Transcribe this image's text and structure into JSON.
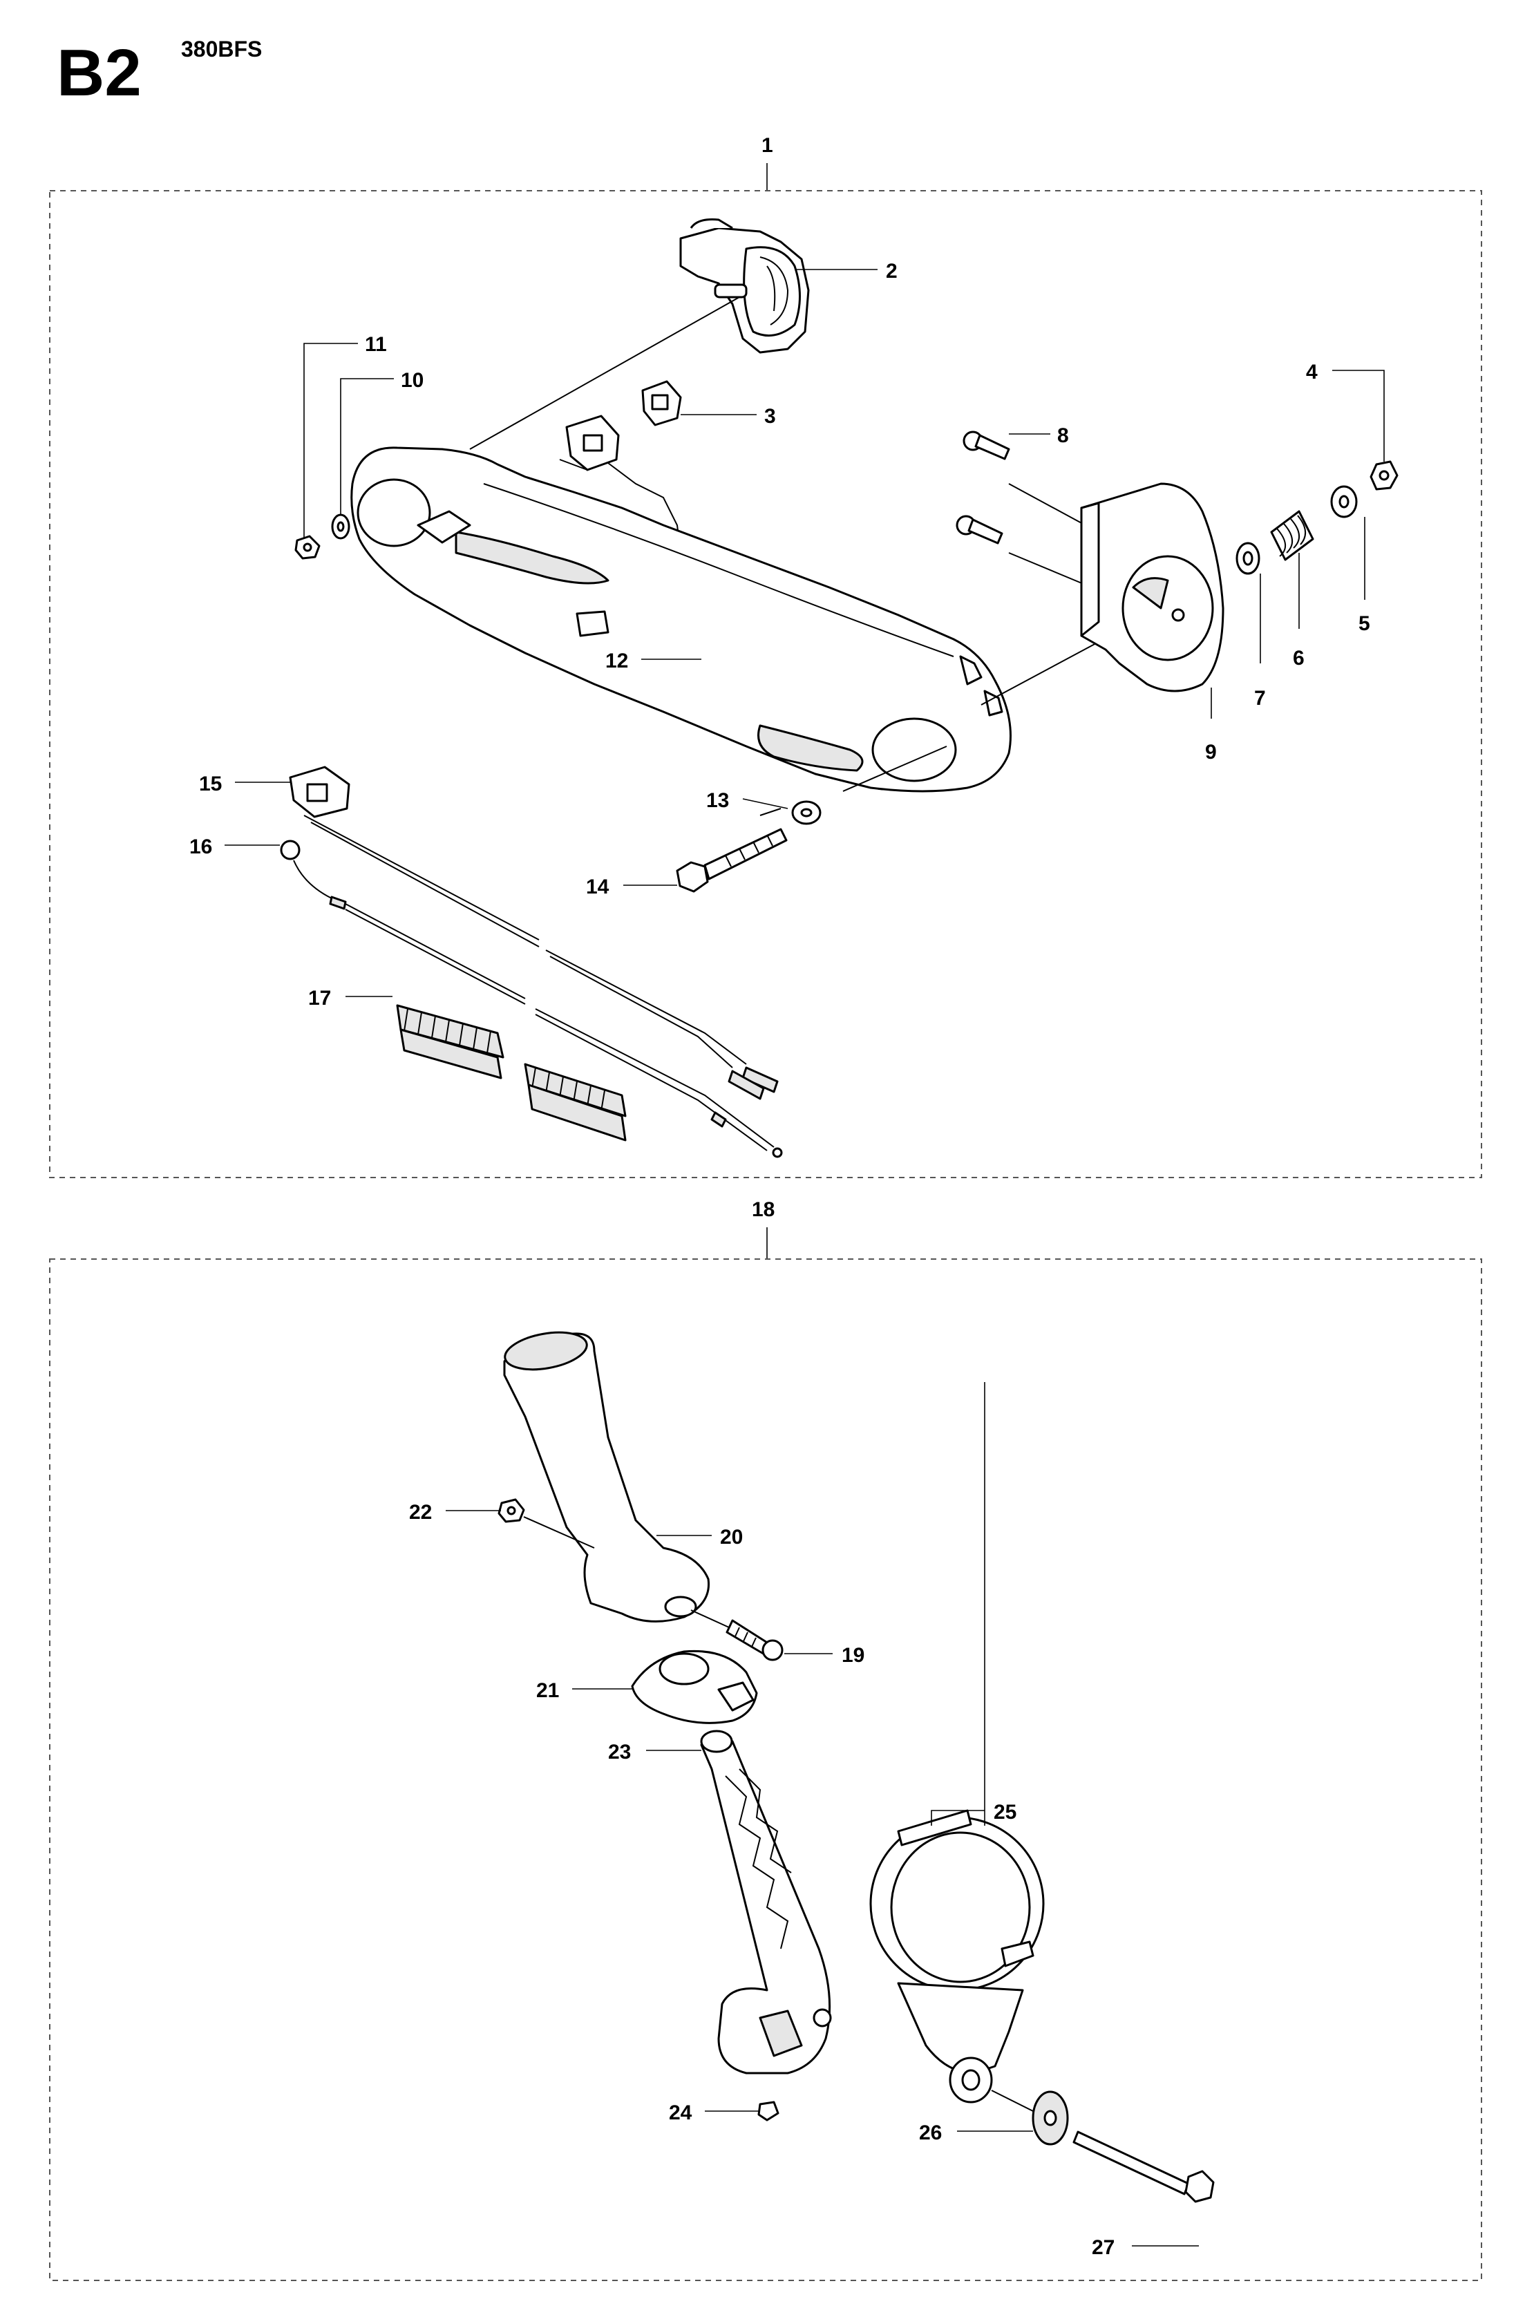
{
  "header": {
    "code": "B2",
    "model": "380BFS"
  },
  "groups": [
    {
      "number": "1"
    },
    {
      "number": "18"
    }
  ],
  "callouts": {
    "c1": "1",
    "c2": "2",
    "c3": "3",
    "c4": "4",
    "c5": "5",
    "c6": "6",
    "c7": "7",
    "c8": "8",
    "c9": "9",
    "c10": "10",
    "c11": "11",
    "c12": "12",
    "c13": "13",
    "c14": "14",
    "c15": "15",
    "c16": "16",
    "c17": "17",
    "c18": "18",
    "c19": "19",
    "c20": "20",
    "c21": "21",
    "c22": "22",
    "c23": "23",
    "c24": "24",
    "c25": "25",
    "c26": "26",
    "c27": "27"
  }
}
